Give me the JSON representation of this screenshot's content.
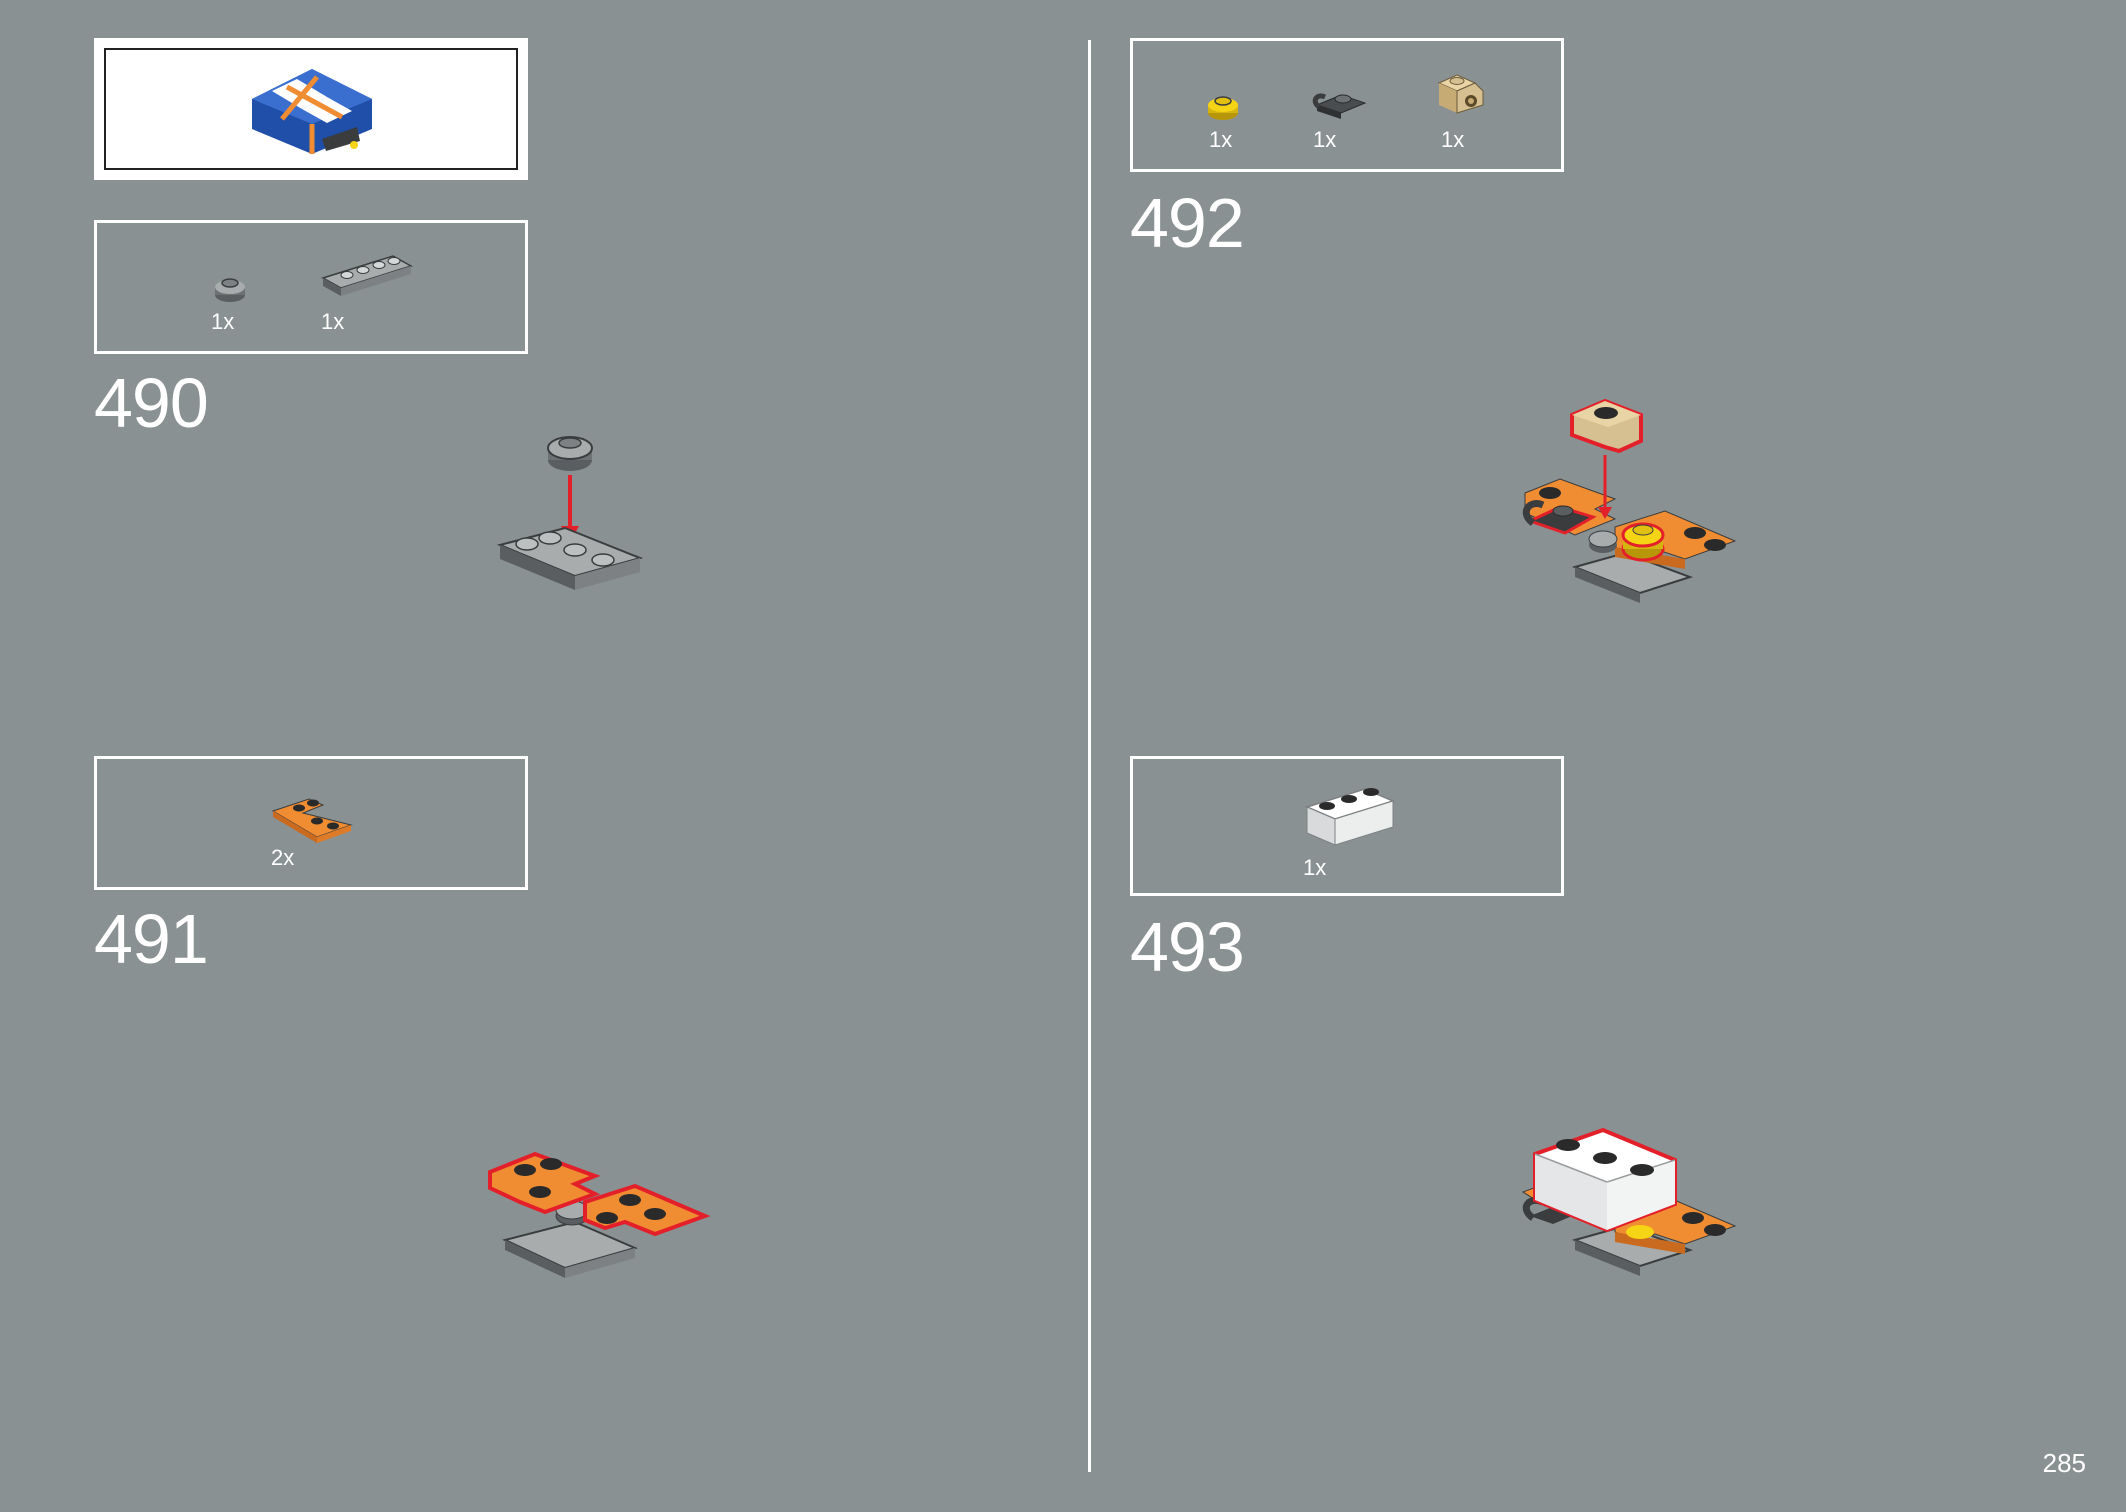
{
  "page": {
    "number": "285",
    "background": "#8a9192"
  },
  "steps": [
    {
      "number": "490",
      "parts": [
        {
          "qty": "1x",
          "icon": "round-plate-1x1-gray-icon"
        },
        {
          "qty": "1x",
          "icon": "plate-1x4-gray-icon"
        }
      ]
    },
    {
      "number": "491",
      "parts": [
        {
          "qty": "2x",
          "icon": "corner-plate-2x2-orange-icon"
        }
      ]
    },
    {
      "number": "492",
      "parts": [
        {
          "qty": "1x",
          "icon": "round-plate-1x1-yellow-icon"
        },
        {
          "qty": "1x",
          "icon": "clip-plate-1x1-black-icon"
        },
        {
          "qty": "1x",
          "icon": "bracket-1x1-tan-icon"
        }
      ]
    },
    {
      "number": "493",
      "parts": [
        {
          "qty": "1x",
          "icon": "brick-1x3-white-icon"
        }
      ]
    }
  ],
  "colors": {
    "highlight": "#e3202a",
    "orange": "#f08c32",
    "dark_gray": "#5a5e60",
    "light_gray": "#a8acad",
    "yellow": "#f5d315",
    "tan": "#d6c091",
    "white": "#ffffff",
    "blue": "#1f4fa8"
  }
}
